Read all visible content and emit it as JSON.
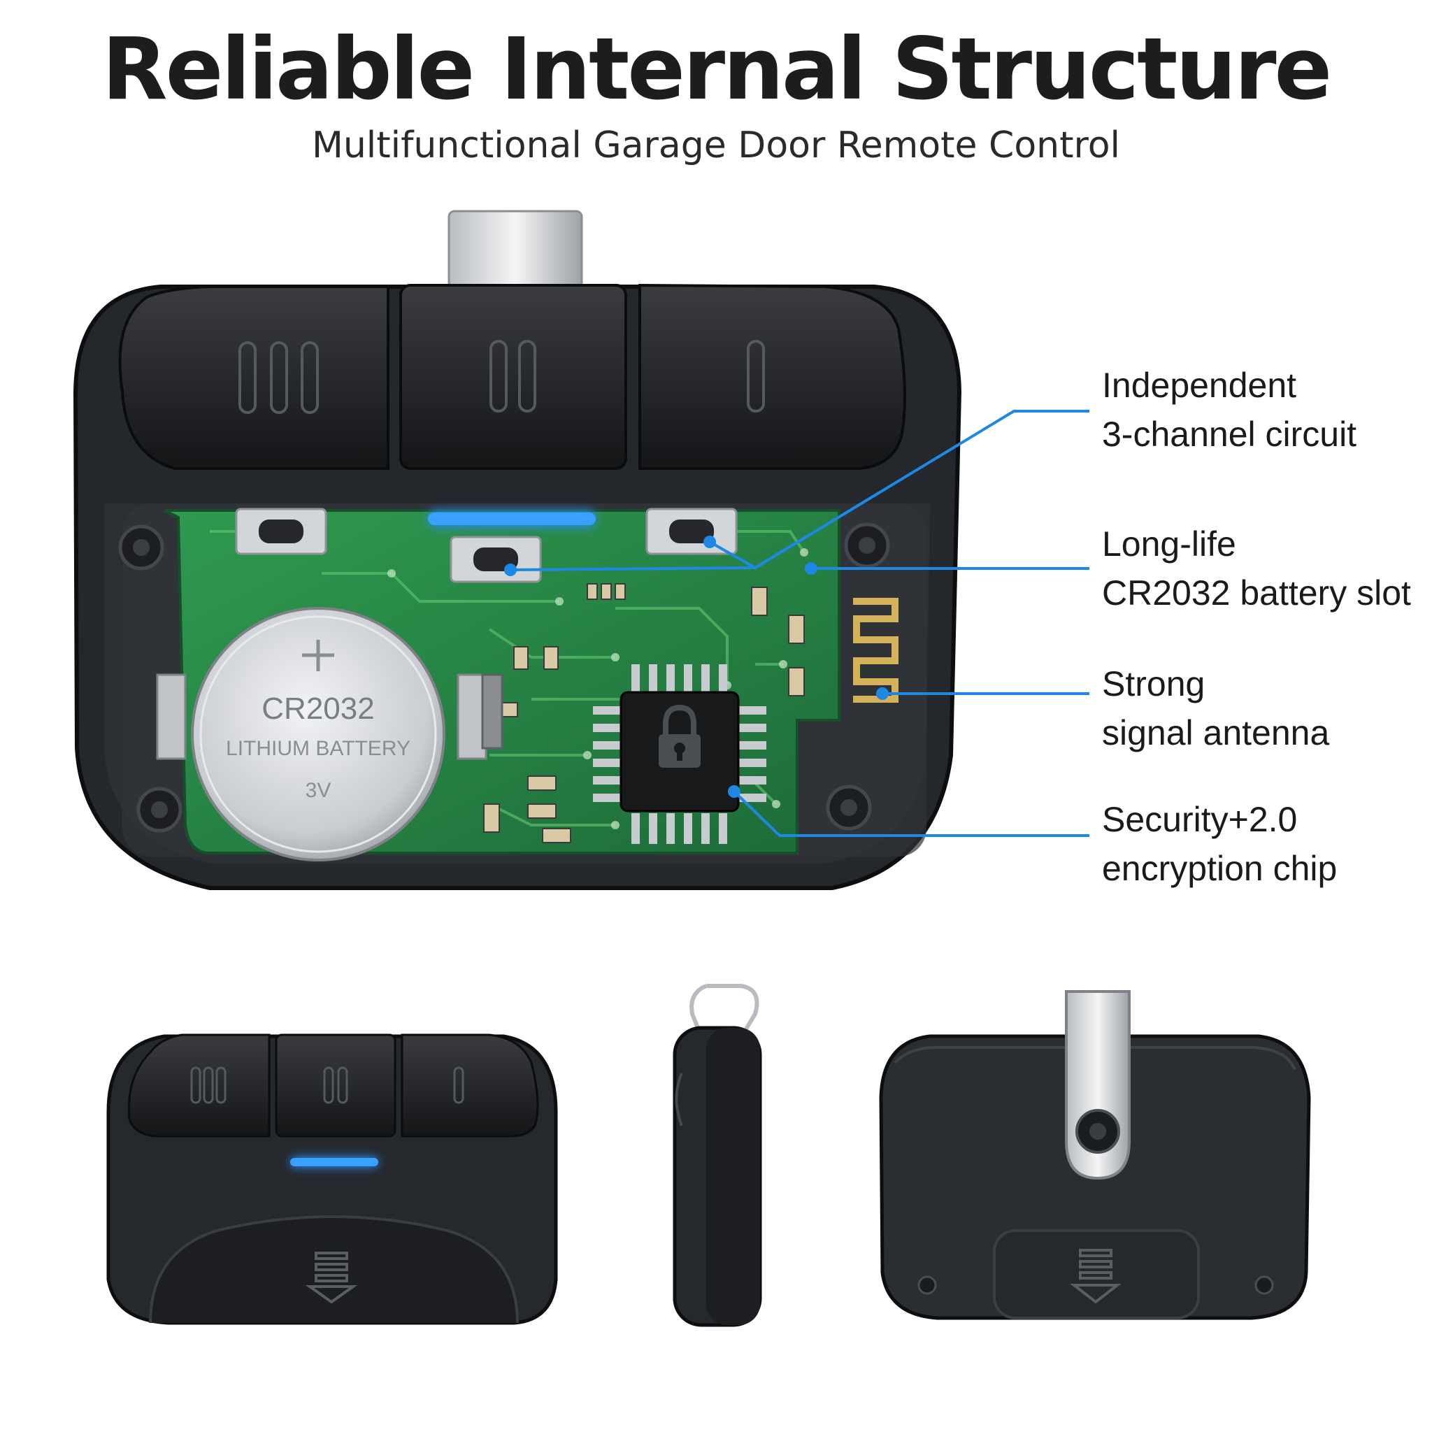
{
  "header": {
    "title": "Reliable Internal Structure",
    "subtitle": "Multifunctional Garage Door Remote Control"
  },
  "callouts": [
    {
      "line1": "Independent",
      "line2": "3-channel circuit"
    },
    {
      "line1": "Long-life",
      "line2": "CR2032 battery slot"
    },
    {
      "line1": "Strong",
      "line2": "signal antenna"
    },
    {
      "line1": "Security+2.0",
      "line2": "encryption chip"
    }
  ],
  "battery": {
    "model": "CR2032",
    "type": "LITHIUM BATTERY",
    "voltage": "3V"
  },
  "colors": {
    "accent_blue": "#1e88e5",
    "led_blue": "#2a8cff",
    "pcb_green": "#2f8a4a",
    "housing": "#1f2124"
  },
  "icons": [
    "lock-icon",
    "battery-down-arrow-icon"
  ]
}
